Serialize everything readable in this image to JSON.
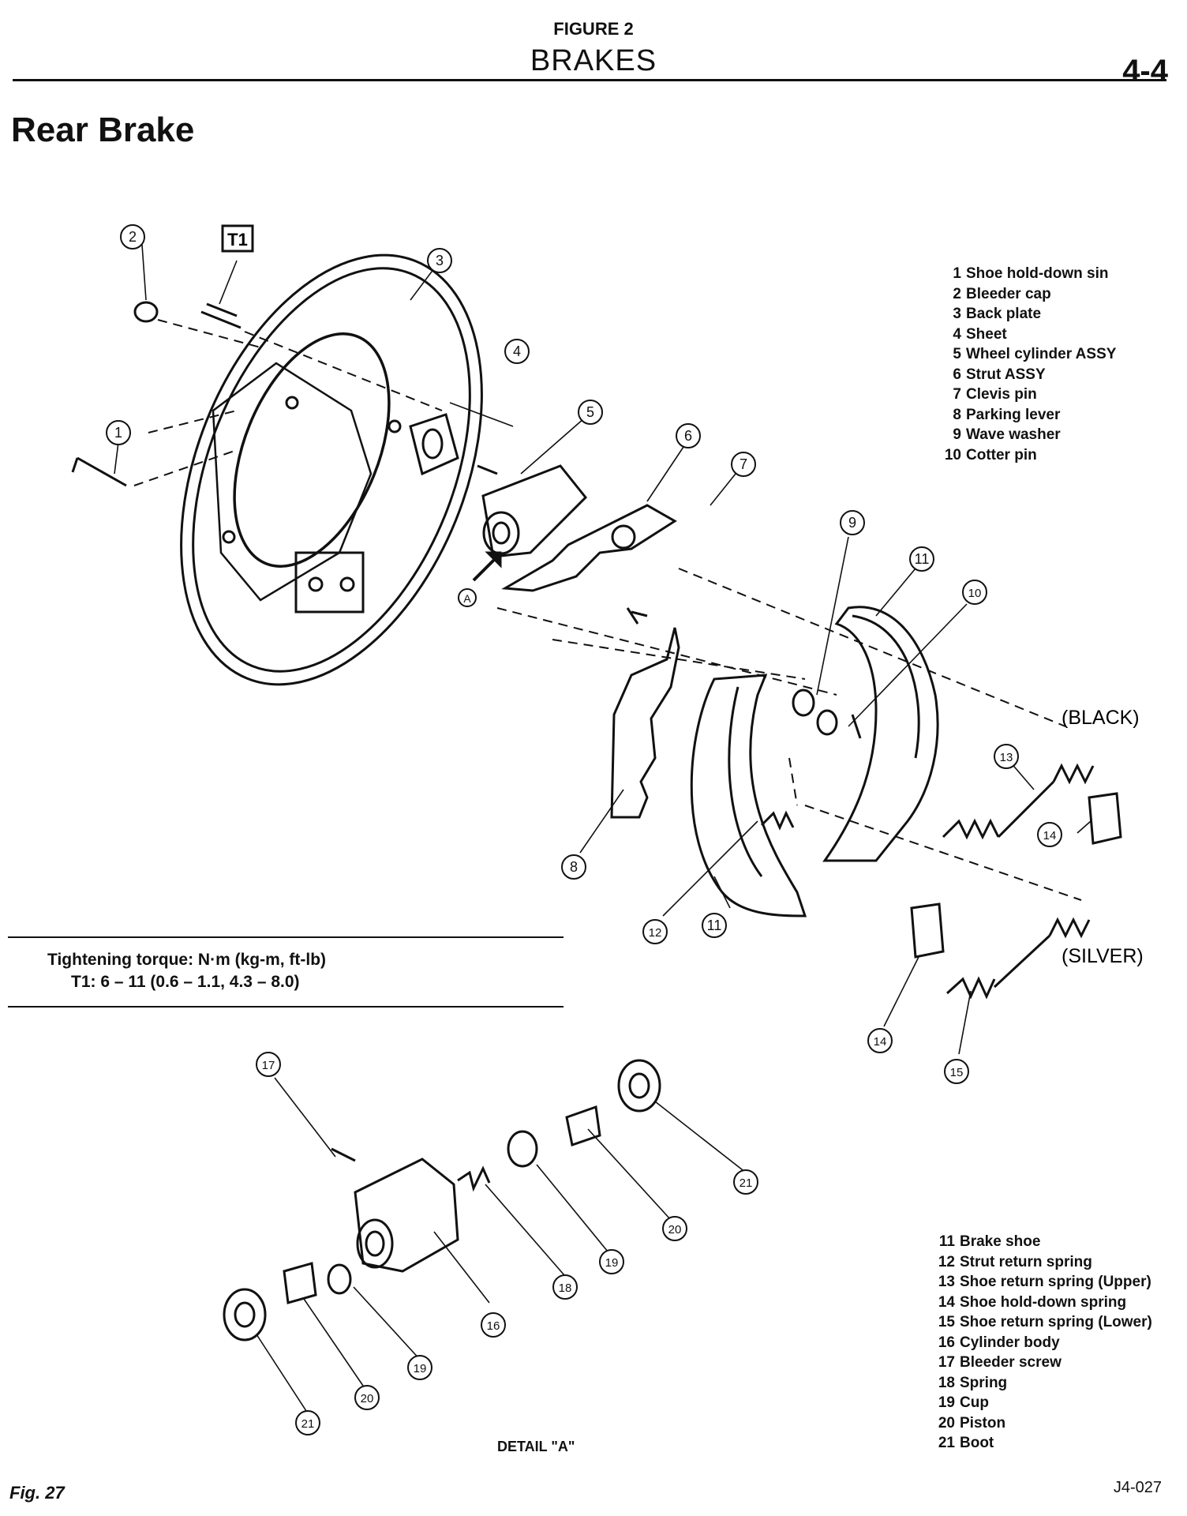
{
  "header": {
    "figure_label": "FIGURE 2",
    "figure_title": "BRAKES",
    "page_number": "4-4"
  },
  "section_title": "Rear Brake",
  "legend_top": [
    {
      "num": "1",
      "label": "Shoe hold-down sin"
    },
    {
      "num": "2",
      "label": "Bleeder cap"
    },
    {
      "num": "3",
      "label": "Back plate"
    },
    {
      "num": "4",
      "label": "Sheet"
    },
    {
      "num": "5",
      "label": "Wheel cylinder ASSY"
    },
    {
      "num": "6",
      "label": "Strut ASSY"
    },
    {
      "num": "7",
      "label": "Clevis pin"
    },
    {
      "num": "8",
      "label": "Parking lever"
    },
    {
      "num": "9",
      "label": "Wave washer"
    },
    {
      "num": "10",
      "label": "Cotter pin"
    }
  ],
  "legend_bottom": [
    {
      "num": "11",
      "label": "Brake shoe"
    },
    {
      "num": "12",
      "label": "Strut return spring"
    },
    {
      "num": "13",
      "label": "Shoe return spring (Upper)"
    },
    {
      "num": "14",
      "label": "Shoe hold-down spring"
    },
    {
      "num": "15",
      "label": "Shoe return spring (Lower)"
    },
    {
      "num": "16",
      "label": "Cylinder body"
    },
    {
      "num": "17",
      "label": "Bleeder screw"
    },
    {
      "num": "18",
      "label": "Spring"
    },
    {
      "num": "19",
      "label": "Cup"
    },
    {
      "num": "20",
      "label": "Piston"
    },
    {
      "num": "21",
      "label": "Boot"
    }
  ],
  "torque": {
    "heading": "Tightening torque: N·m (kg-m, ft-lb)",
    "value": "T1: 6 – 11 (0.6 – 1.1, 4.3 – 8.0)"
  },
  "diagram": {
    "torque_tag": "T1",
    "black_label": "(BLACK)",
    "silver_label": "(SILVER)",
    "detail_marker": "A",
    "callouts": [
      "1",
      "2",
      "3",
      "4",
      "5",
      "6",
      "7",
      "8",
      "9",
      "10",
      "11",
      "11",
      "12",
      "13",
      "14",
      "14",
      "15",
      "16",
      "17",
      "18",
      "19",
      "19",
      "20",
      "20",
      "21",
      "21"
    ]
  },
  "detail_caption": "DETAIL \"A\"",
  "figure_number": "Fig. 27",
  "reference_code": "J4-027"
}
